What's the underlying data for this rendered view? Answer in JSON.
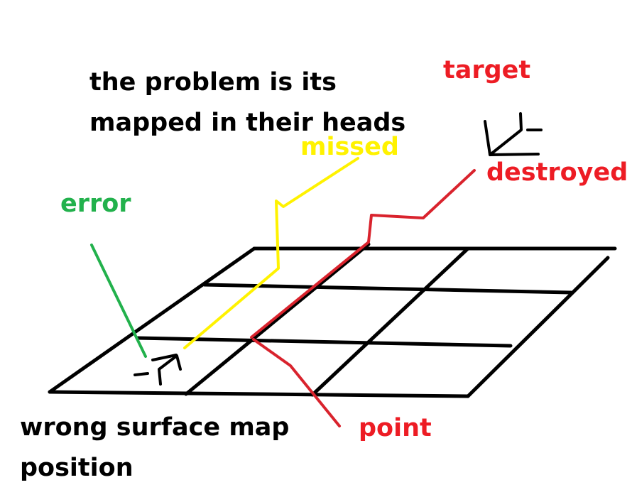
{
  "caption": {
    "title": "the problem is its\nmapped in their heads",
    "bottom": "wrong surface map\nposition"
  },
  "labels": {
    "target": "target",
    "missed": "missed",
    "destroyed": "destroyed",
    "error": "error",
    "point": "point"
  },
  "colors": {
    "text": "#000000",
    "grid": "#000000",
    "target_red": "#ed1c24",
    "missed_yellow": "#fff200",
    "error_green": "#22b14c",
    "path_red": "#d9232d"
  }
}
